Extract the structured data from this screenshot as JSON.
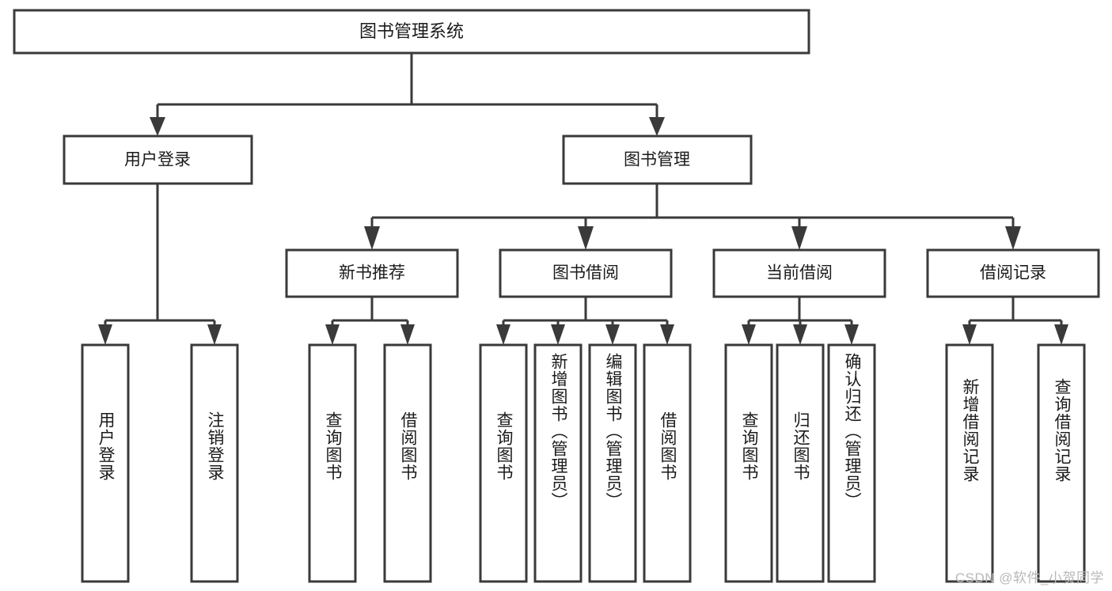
{
  "diagram": {
    "title": "图书管理系统",
    "type": "tree",
    "watermark": "CSDN @软件_小贺同学",
    "colors": {
      "box_stroke": "#3a3a3a",
      "box_fill": "#ffffff",
      "text": "#1b1b1b",
      "background": "#ffffff",
      "watermark": "#b9b9b9"
    },
    "root": {
      "label": "图书管理系统"
    },
    "level2": [
      {
        "label": "用户登录"
      },
      {
        "label": "图书管理"
      }
    ],
    "level3": [
      {
        "label": "新书推荐"
      },
      {
        "label": "图书借阅"
      },
      {
        "label": "当前借阅"
      },
      {
        "label": "借阅记录"
      }
    ],
    "leaves": {
      "user_login": [
        {
          "label": "用户登录"
        },
        {
          "label": "注销登录"
        }
      ],
      "new_book_recommend": [
        {
          "label": "查询图书"
        },
        {
          "label": "借阅图书"
        }
      ],
      "book_borrow": [
        {
          "label": "查询图书"
        },
        {
          "label": "新增图书（管理员）"
        },
        {
          "label": "编辑图书（管理员）"
        },
        {
          "label": "借阅图书"
        }
      ],
      "current_borrow": [
        {
          "label": "查询图书"
        },
        {
          "label": "归还图书"
        },
        {
          "label": "确认归还（管理员）"
        }
      ],
      "borrow_record": [
        {
          "label": "新增借阅记录"
        },
        {
          "label": "查询借阅记录"
        }
      ]
    }
  }
}
